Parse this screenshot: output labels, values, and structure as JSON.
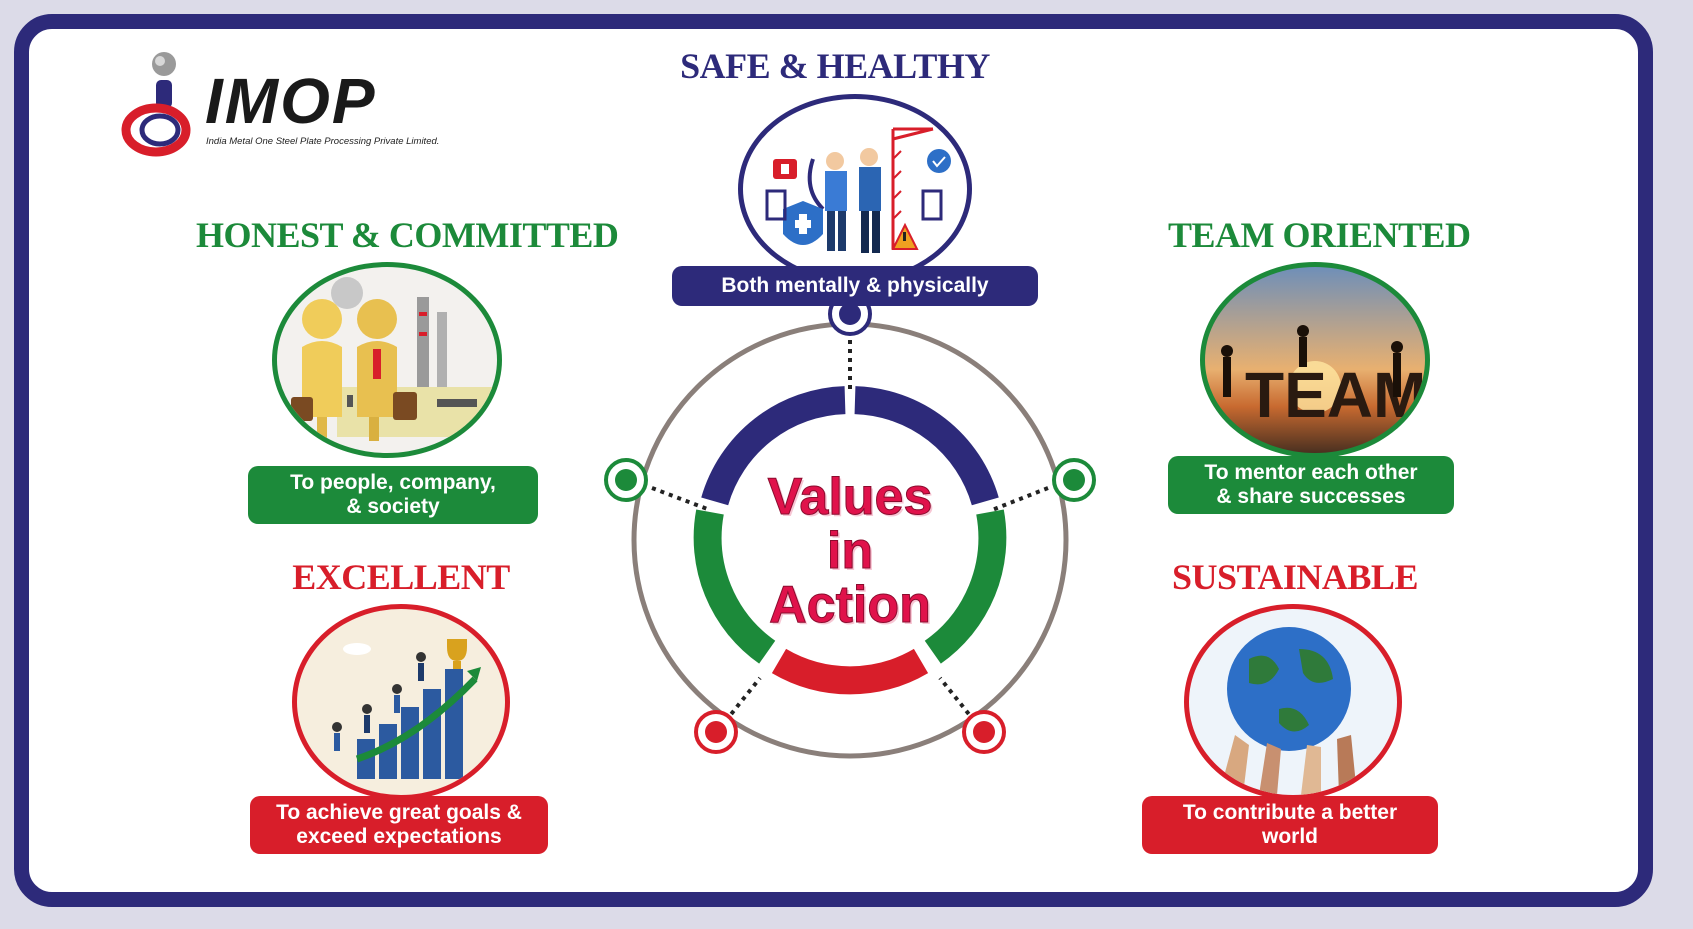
{
  "logo": {
    "name": "IMOP",
    "subtitle": "India Metal One Steel Plate Processing Private Limited."
  },
  "center": {
    "line1": "Values",
    "line2": "in",
    "line3": "Action"
  },
  "values": {
    "safe": {
      "title": "SAFE & HEALTHY",
      "caption": "Both mentally & physically",
      "color": "#2d2a7a"
    },
    "honest": {
      "title": "HONEST & COMMITTED",
      "caption_line1": "To people, company,",
      "caption_line2": "& society",
      "color": "#1c8a3a"
    },
    "team": {
      "title": "TEAM ORIENTED",
      "caption_line1": "To mentor each other",
      "caption_line2": "& share successes",
      "color": "#1c8a3a"
    },
    "excellent": {
      "title": "EXCELLENT",
      "caption_line1": "To achieve great goals &",
      "caption_line2": "exceed expectations",
      "color": "#d81e2a"
    },
    "sustainable": {
      "title": "SUSTAINABLE",
      "caption_line1": "To contribute a better",
      "caption_line2": "world",
      "color": "#d81e2a"
    }
  },
  "colors": {
    "frame": "#2d2a7a",
    "navy": "#2d2a7a",
    "green": "#1c8a3a",
    "red": "#d81e2a",
    "ring_gray": "#8a7f7a",
    "title_pink": "#e0124b"
  }
}
